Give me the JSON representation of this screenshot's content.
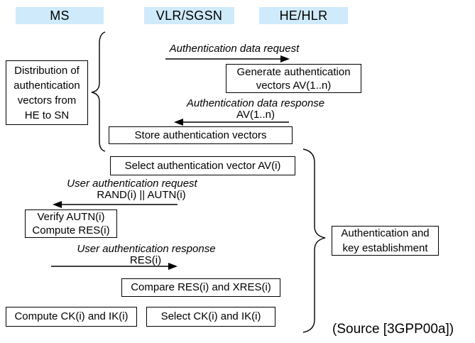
{
  "headers": {
    "ms": "MS",
    "vlr_sgsn": "VLR/SGSN",
    "he_hlr": "HE/HLR"
  },
  "side_labels": {
    "distribution": "Distribution of\nauthentication\nvectors from\nHE to SN",
    "auth_establishment": "Authentication and\nkey establishment"
  },
  "messages": {
    "auth_data_request": {
      "label": "Authentication data request",
      "direction": "right",
      "from": "VLR/SGSN",
      "to": "HE/HLR"
    },
    "auth_data_response": {
      "label": "Authentication data response",
      "param": "AV(1..n)",
      "direction": "left",
      "from": "HE/HLR",
      "to": "VLR/SGSN"
    },
    "user_auth_request": {
      "label": "User authentication request",
      "param": "RAND(i) || AUTN(i)",
      "direction": "left",
      "from": "VLR/SGSN",
      "to": "MS"
    },
    "user_auth_response": {
      "label": "User authentication response",
      "param": "RES(i)",
      "direction": "right",
      "from": "MS",
      "to": "VLR/SGSN"
    }
  },
  "process_boxes": {
    "generate_vectors": "Generate authentication\nvectors AV(1..n)",
    "store_vectors": "Store authentication vectors",
    "select_vector": "Select authentication vector AV(i)",
    "verify_autn": "Verify AUTN(i)\nCompute RES(i)",
    "compare_res": "Compare RES(i) and XRES(i)",
    "compute_ck_ik": "Compute CK(i) and IK(i)",
    "select_ck_ik": "Select CK(i) and IK(i)"
  },
  "source_note": "(Source [3GPP00a])",
  "colors": {
    "header_bg": "#cfeafa",
    "line": "#000000"
  }
}
